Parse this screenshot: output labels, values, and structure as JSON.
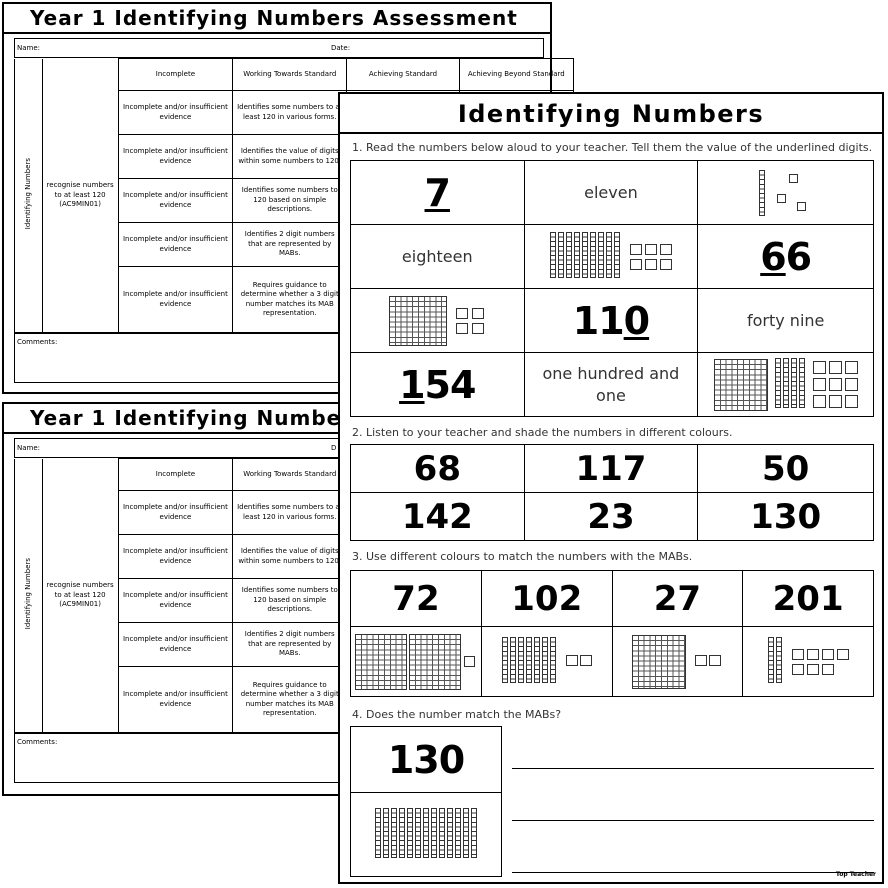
{
  "rubric": {
    "title": "Year 1 Identifying Numbers Assessment",
    "title_partial": "Year 1 Identifying Numbe",
    "name_label": "Name:",
    "date_label": "Date:",
    "date_label_partial": "D",
    "columns": [
      "Incomplete",
      "Working Towards Standard",
      "Achieving Standard",
      "Achieving Beyond Standard"
    ],
    "section": "Identifying Numbers",
    "outcome": "recognise numbers to at least 120 (AC9MIN01)",
    "rows": [
      {
        "incomplete": "Incomplete and/or insufficient evidence",
        "working": "Identifies some numbers to at least 120 in various forms."
      },
      {
        "incomplete": "Incomplete and/or insufficient evidence",
        "working": "Identifies the value of digits within some numbers to 120."
      },
      {
        "incomplete": "Incomplete and/or insufficient evidence",
        "working": "Identifies some numbers to 120 based on simple descriptions."
      },
      {
        "incomplete": "Incomplete and/or insufficient evidence",
        "working": "Identifies 2 digit numbers that are represented by MABs."
      },
      {
        "incomplete": "Incomplete and/or insufficient evidence",
        "working": "Requires guidance to determine whether a 3 digit number matches its MAB representation."
      }
    ],
    "comments_label": "Comments:"
  },
  "worksheet": {
    "title": "Identifying Numbers",
    "q1": "1.   Read the numbers below aloud to your teacher. Tell them the value of the underlined digits.",
    "q1_cells": {
      "r1c1": "7",
      "r1c2": "eleven",
      "r2c1": "eighteen",
      "r2c3_pre": "",
      "r2c3_u": "6",
      "r2c3_post": "6",
      "r3c2_pre": "11",
      "r3c2_u": "0",
      "r3c3": "forty nine",
      "r4c1_u": "1",
      "r4c1_post": "54",
      "r4c2": "one hundred and one"
    },
    "q2": "2.   Listen to your teacher and shade the numbers in different colours.",
    "q2_numbers": [
      "68",
      "117",
      "50",
      "142",
      "23",
      "130"
    ],
    "q3": "3.   Use different colours to match the numbers with the MABs.",
    "q3_numbers": [
      "72",
      "102",
      "27",
      "201"
    ],
    "q4": "4.   Does the number match the MABs?",
    "q4_number": "130",
    "brand": "Top Teacher"
  }
}
